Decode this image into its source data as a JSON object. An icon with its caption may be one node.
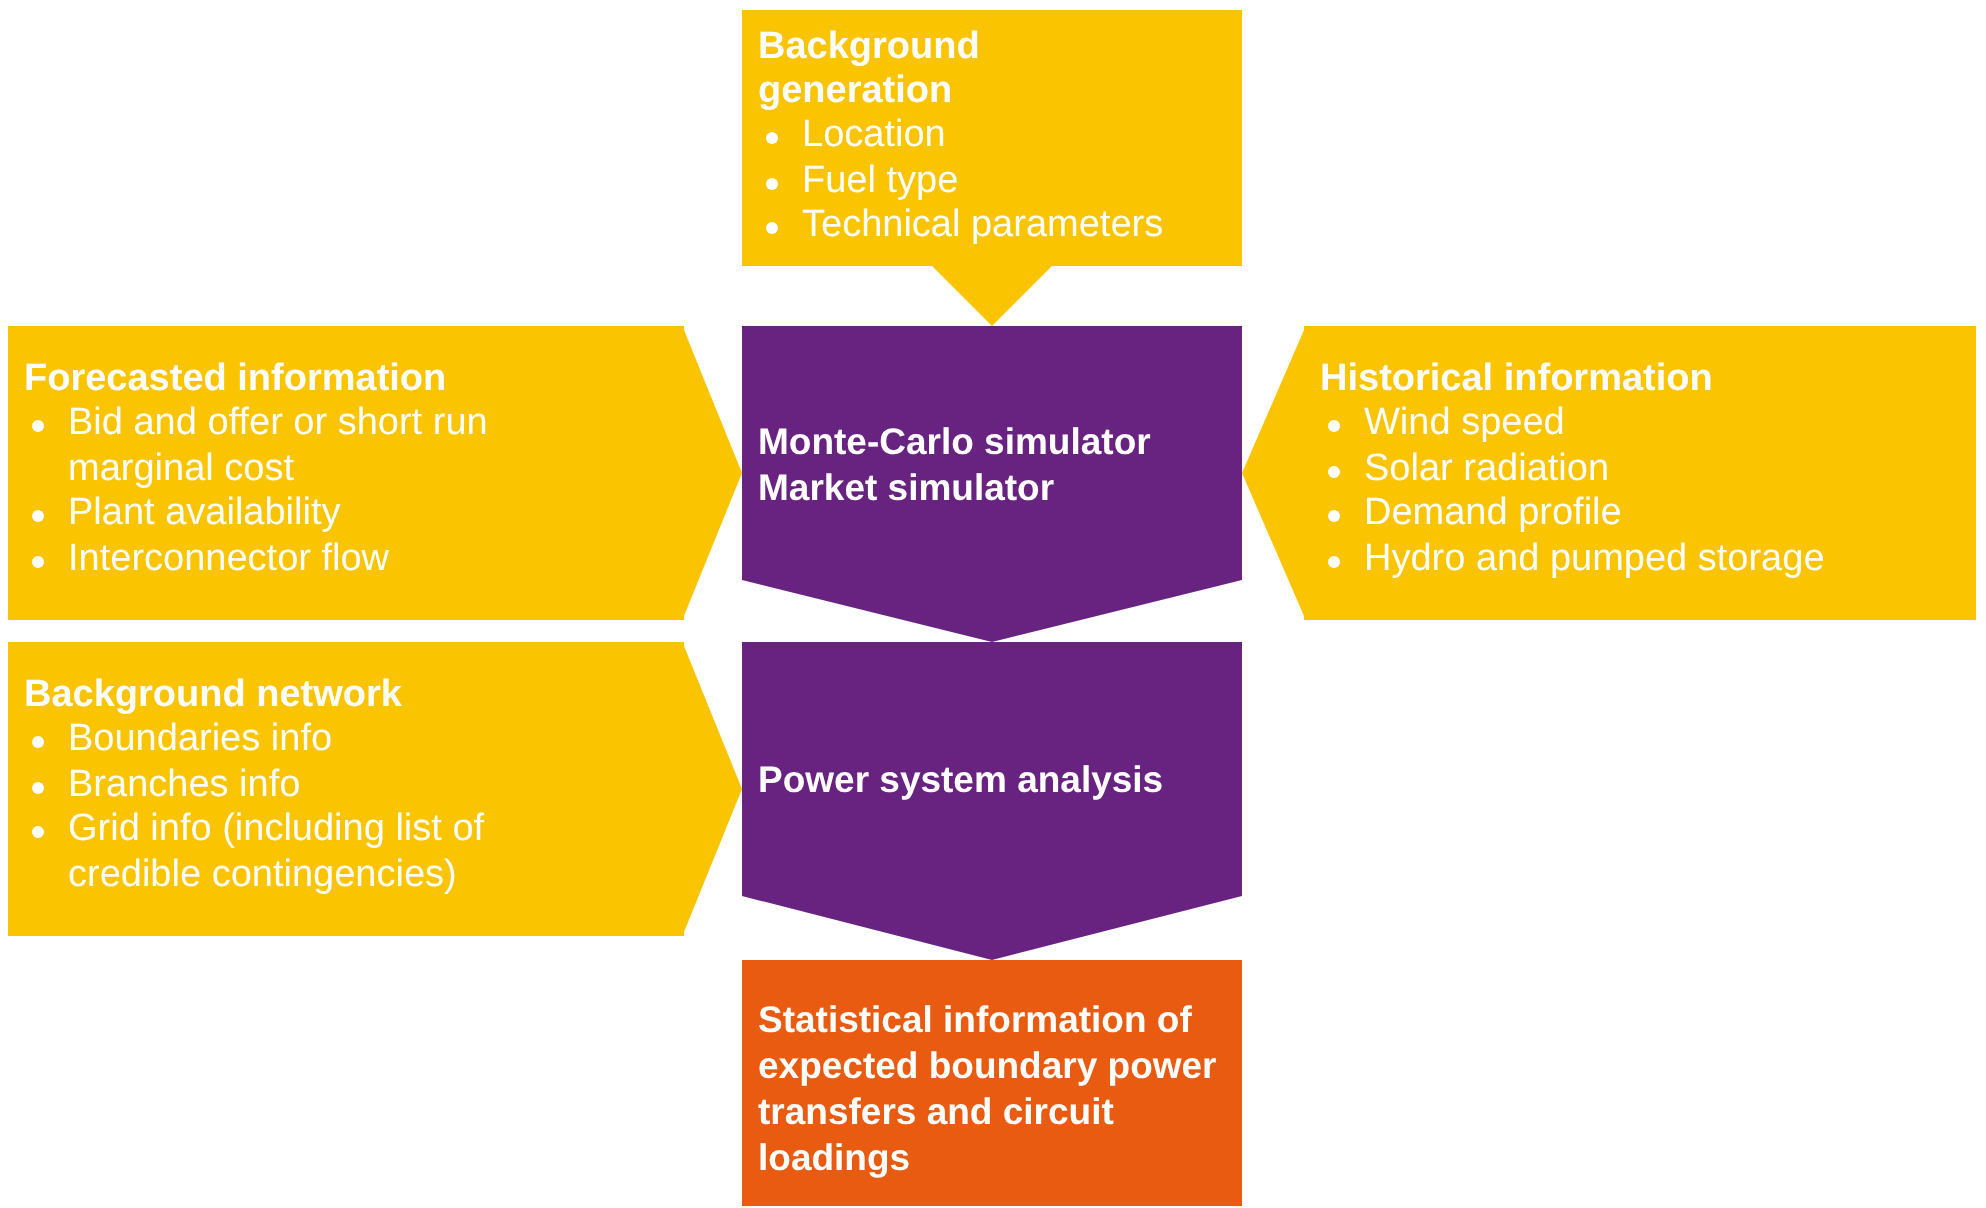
{
  "diagram": {
    "nodes": [
      {
        "text": [
          "Background generation",
          "Location",
          "Fuel type",
          "Technical parameters"
        ]
      },
      {
        "text": [
          "Forecasted information",
          "Bid and offer or short run marginal cost",
          "Plant availability",
          "Interconnector flow"
        ]
      },
      {
        "text": [
          "Monte-Carlo simulator",
          "Market simulator"
        ]
      },
      {
        "text": [
          "Historical information",
          "Wind speed",
          "Solar radiation",
          "Demand profile",
          "Hydro and pumped storage"
        ]
      },
      {
        "text": [
          "Background network",
          "Boundaries info",
          "Branches info",
          "Grid info (including list of credible contingencies)"
        ]
      },
      {
        "text": [
          "Power system analysis"
        ]
      },
      {
        "text": [
          "Statistical information of expected boundary power transfers and circuit loadings"
        ]
      }
    ],
    "edges": [
      {
        "from": 0,
        "to": 2,
        "arrow": "to"
      },
      {
        "from": 1,
        "to": 2,
        "arrow": "to"
      },
      {
        "from": 3,
        "to": 2,
        "arrow": "to"
      },
      {
        "from": 2,
        "to": 5,
        "arrow": "to"
      },
      {
        "from": 4,
        "to": 5,
        "arrow": "to"
      },
      {
        "from": 5,
        "to": 6,
        "arrow": "to"
      }
    ]
  }
}
